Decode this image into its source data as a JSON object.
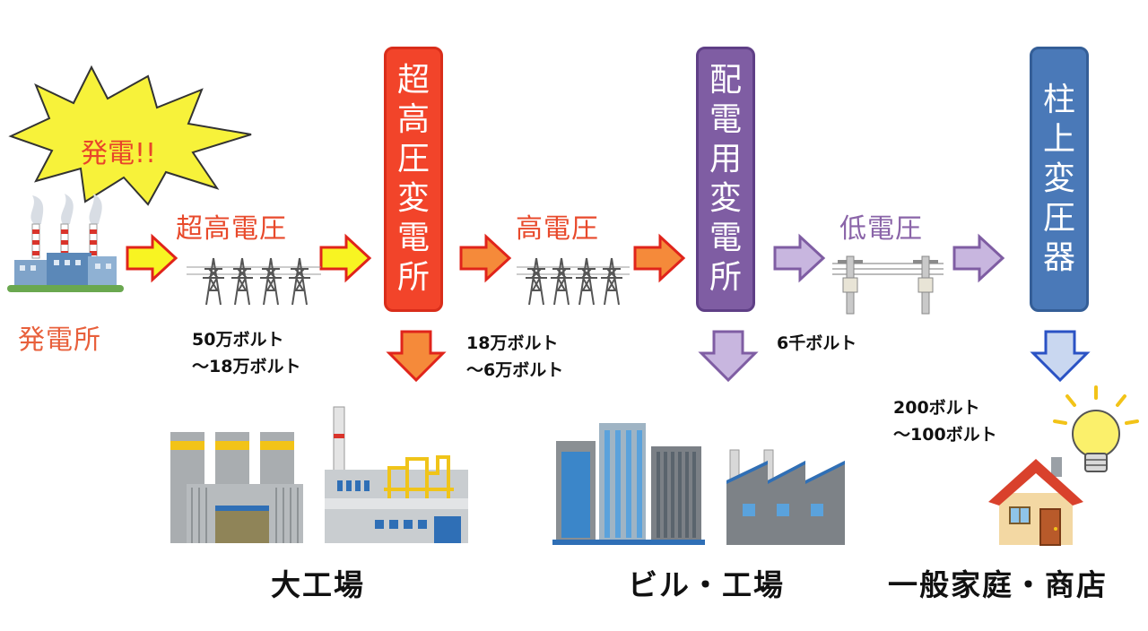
{
  "power_plant": {
    "burst_text": "発電!!",
    "label": "発電所"
  },
  "stages": [
    {
      "label": "超高電圧",
      "voltage_lines": [
        "50万ボルト",
        "～18万ボルト"
      ],
      "color": "#e84a2c"
    },
    {
      "label": "高電圧",
      "voltage_lines": [
        "18万ボルト",
        "～6万ボルト"
      ],
      "color": "#e84a2c"
    },
    {
      "label": "低電圧",
      "voltage_lines": [
        "6千ボルト"
      ],
      "color": "#8a64a8"
    },
    {
      "label": "",
      "voltage_lines": [
        "200ボルト",
        "～100ボルト"
      ],
      "color": "#111111"
    }
  ],
  "facilities": [
    {
      "chars": [
        "超",
        "高",
        "圧",
        "変",
        "電",
        "所"
      ],
      "color": "#f2442a"
    },
    {
      "chars": [
        "配",
        "電",
        "用",
        "変",
        "電",
        "所"
      ],
      "color": "#7f5da3"
    },
    {
      "chars": [
        "柱",
        "上",
        "変",
        "圧",
        "器"
      ],
      "color": "#4a79b8"
    }
  ],
  "destinations": [
    {
      "label": "大工場"
    },
    {
      "label": "ビル・工場"
    },
    {
      "label": "一般家庭・商店"
    }
  ],
  "colors": {
    "arrow_yellow": "#f8f422",
    "arrow_orange": "#f58a3a",
    "arrow_purple": "#c8b6df",
    "arrow_blue": "#c9d7f0"
  }
}
